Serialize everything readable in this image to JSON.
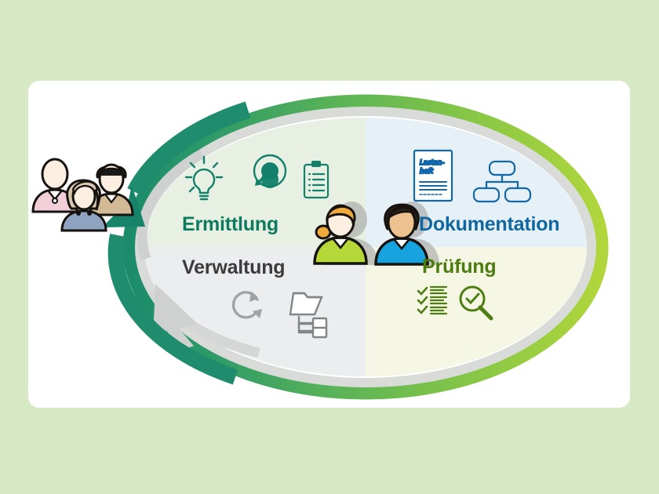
{
  "page": {
    "background_color": "#d7e8c5",
    "card_background": "#ffffff"
  },
  "diagram": {
    "type": "cycle-quadrant-ellipse",
    "title_visible": false,
    "outer_ring": {
      "name": "gradient-ring",
      "gradient_from": "#1d8f6e",
      "gradient_to": "#a7d13c",
      "description": "elliptical ring running teal on the left to lime green on the right"
    },
    "inner_ring_color": "#d9dbd9",
    "arrows": [
      {
        "name": "outer-teal-arrow",
        "color": "#17846a",
        "direction": "counter-clockwise",
        "head": "upper-left"
      },
      {
        "name": "inner-gray-arrow",
        "color": "#cccecd",
        "direction": "clockwise",
        "head": "lower-left"
      }
    ],
    "quadrants": [
      {
        "id": "ermittlung",
        "label": "Ermittlung",
        "position": "top-left",
        "fill": "#e6f0e2",
        "text_color": "#0e7a5f",
        "icons": [
          "lightbulb-icon",
          "target-arrow-icon",
          "clipboard-icon"
        ]
      },
      {
        "id": "dokumentation",
        "label": "Dokumentation",
        "position": "top-right",
        "fill": "#e6f0f6",
        "text_color": "#10679f",
        "icons": [
          "lastenheft-document-icon",
          "org-chart-icon"
        ],
        "document_label": "Lasten-\nheft"
      },
      {
        "id": "verwaltung",
        "label": "Verwaltung",
        "position": "bottom-left",
        "fill": "#eceef0",
        "text_color": "#3c3c3c",
        "icons": [
          "refresh-cycle-icon",
          "folder-structure-icon"
        ]
      },
      {
        "id": "pruefung",
        "label": "Prüfung",
        "position": "bottom-right",
        "fill": "#f4f6e3",
        "text_color": "#4c7c10",
        "icons": [
          "checklist-icon",
          "magnifier-check-icon"
        ]
      }
    ],
    "people": [
      {
        "group": "stakeholders-left",
        "count": 3,
        "figures": [
          {
            "name": "person-pink",
            "shirt": "#efd0d8",
            "hair": "#f7e8dd"
          },
          {
            "name": "person-blue-gray",
            "shirt": "#8fa3c0",
            "hair": "#d8c6ae"
          },
          {
            "name": "person-tan",
            "shirt": "#d2b894",
            "hair": "#1a1a1a"
          }
        ]
      },
      {
        "group": "team-center",
        "count": 2,
        "figures": [
          {
            "name": "person-green",
            "shirt": "#b4d738",
            "hair": "#f2a93b"
          },
          {
            "name": "person-cyan",
            "shirt": "#17a3df",
            "hair": "#2b2118"
          }
        ]
      }
    ]
  },
  "lastenheft": {
    "line1": "Lasten-",
    "line2": "heft"
  }
}
